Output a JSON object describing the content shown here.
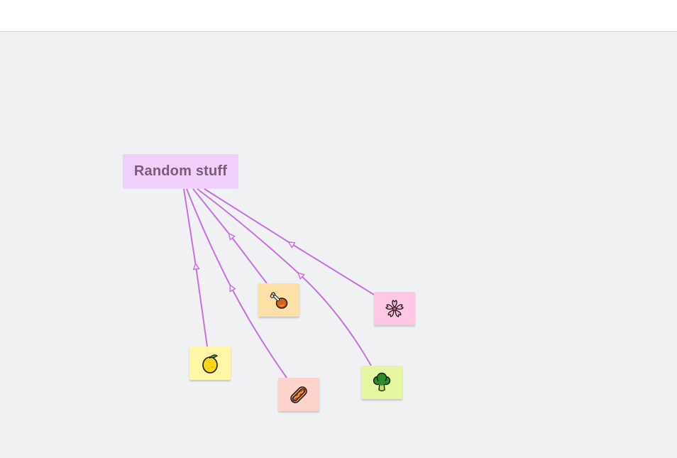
{
  "root": {
    "label": "Random stuff",
    "color": "#f0d0fb",
    "text_color": "#7a5a78"
  },
  "edge_color": "#c76ee3",
  "background": "#f0f1f3",
  "children": [
    {
      "name": "lemon",
      "icon": "lemon-icon",
      "color": "#fff6a6"
    },
    {
      "name": "hotdog",
      "icon": "hotdog-icon",
      "color": "#fdd3cc"
    },
    {
      "name": "chicken-leg",
      "icon": "chicken-leg-icon",
      "color": "#fde0a8"
    },
    {
      "name": "broccoli",
      "icon": "broccoli-icon",
      "color": "#e4f7a0"
    },
    {
      "name": "cherry-blossom",
      "icon": "cherry-blossom-icon",
      "color": "#fcc8e4"
    }
  ]
}
